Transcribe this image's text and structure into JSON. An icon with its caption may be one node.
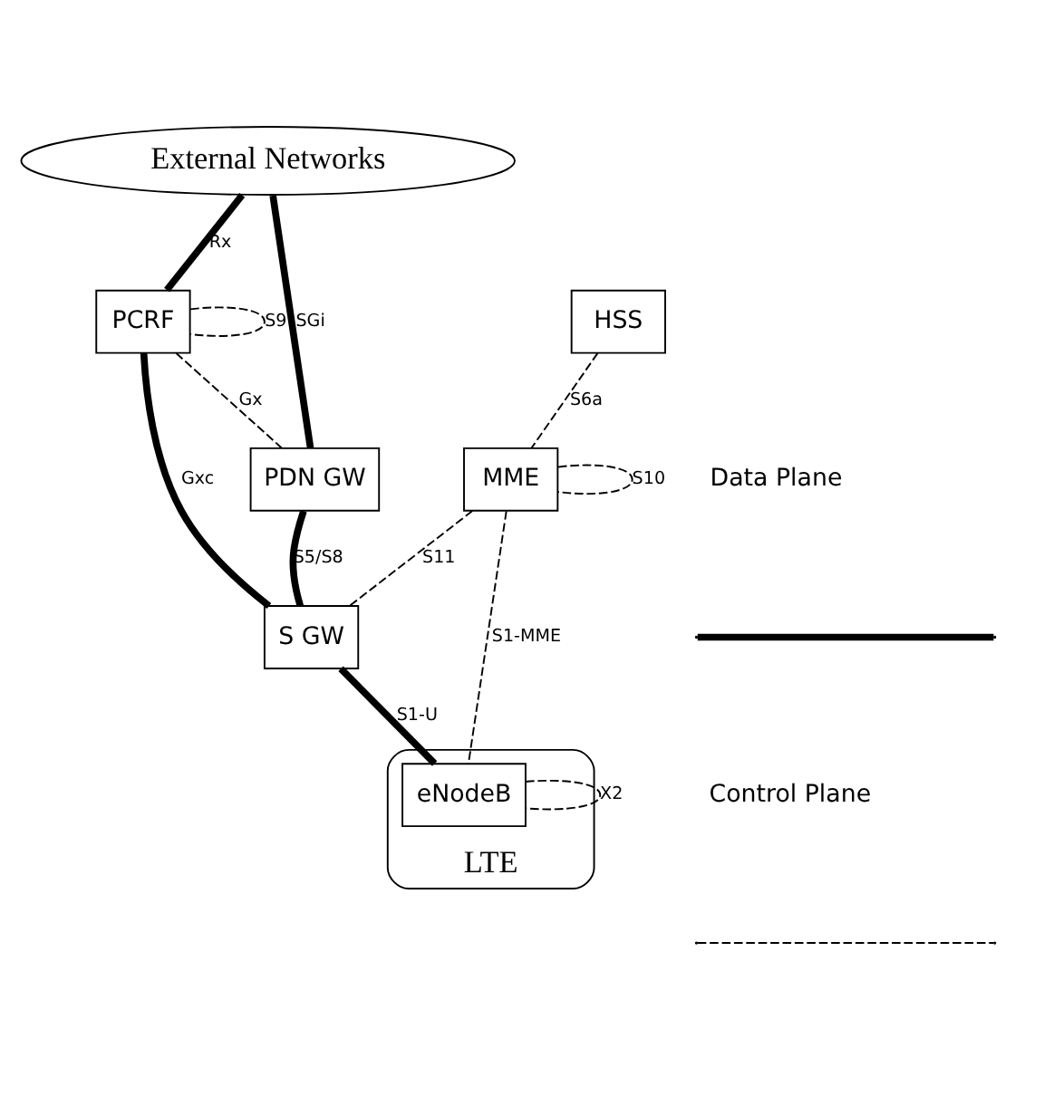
{
  "diagram": {
    "nodes": [
      {
        "text": [
          "External Networks"
        ]
      },
      {
        "text": [
          "HSS"
        ]
      },
      {
        "text": [
          "PCRF"
        ]
      },
      {
        "text": [
          "PDN GW"
        ]
      },
      {
        "text": [
          "MME"
        ]
      },
      {
        "text": [
          "S GW"
        ]
      },
      {
        "text": [
          "LTE"
        ]
      },
      {
        "text": [
          "eNodeB"
        ],
        "in": 6
      }
    ],
    "edges": [
      {
        "from": 0,
        "to": 2,
        "arrow": "none",
        "label": "Rx",
        "style": "thick"
      },
      {
        "from": 0,
        "to": 3,
        "arrow": "none",
        "label": "SGi",
        "style": "thick"
      },
      {
        "from": 1,
        "to": 4,
        "arrow": "none",
        "label": "S6a",
        "style": "dashed"
      },
      {
        "from": 2,
        "to": 3,
        "arrow": "none",
        "label": "Gx",
        "style": "dashed"
      },
      {
        "from": 2,
        "to": 2,
        "arrow": "none",
        "label": "S9",
        "style": "dashed"
      },
      {
        "from": 2,
        "to": 5,
        "arrow": "none",
        "label": "Gxc",
        "style": "thick"
      },
      {
        "from": 3,
        "to": 5,
        "arrow": "none",
        "label": "S5/S8",
        "style": "thick"
      },
      {
        "from": 4,
        "to": 5,
        "arrow": "none",
        "label": "S11",
        "style": "dashed"
      },
      {
        "from": 4,
        "to": 4,
        "arrow": "none",
        "label": "S10",
        "style": "dashed"
      },
      {
        "from": 5,
        "to": 7,
        "arrow": "none",
        "label": "S1-U",
        "style": "thick"
      },
      {
        "from": 4,
        "to": 7,
        "arrow": "none",
        "label": "S1-MME",
        "style": "dashed"
      },
      {
        "from": 7,
        "to": 7,
        "arrow": "none",
        "label": "X2",
        "style": "dashed"
      }
    ],
    "legend": [
      {
        "text": "Data Plane"
      },
      {
        "text": "Control Plane"
      }
    ]
  }
}
